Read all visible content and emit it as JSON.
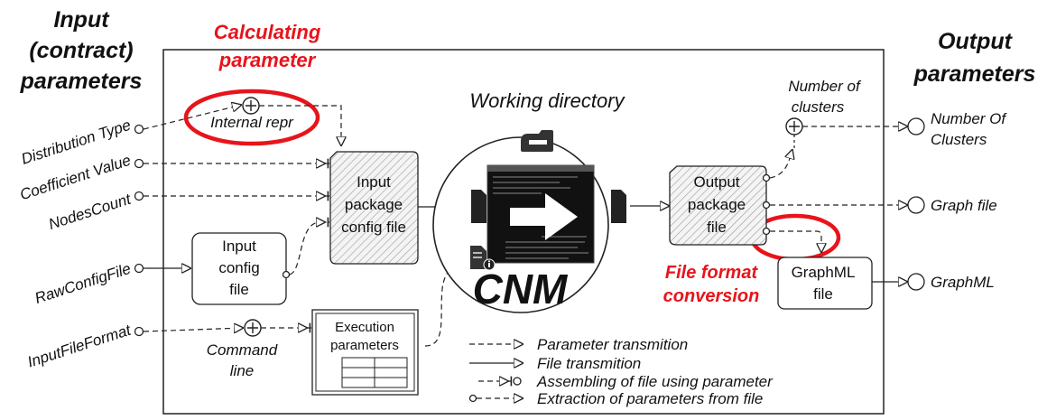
{
  "headings": {
    "input_line1": "Input",
    "input_line2": "(contract)",
    "input_line3": "parameters",
    "calc_line1": "Calculating",
    "calc_line2": "parameter",
    "output_line1": "Output",
    "output_line2": "parameters",
    "conversion_line1": "File format",
    "conversion_line2": "conversion",
    "working_directory": "Working directory"
  },
  "inputs": [
    "Distribution Type",
    "Coefficient Value",
    "NodesCount",
    "RawConfigFile",
    "InputFileFormat"
  ],
  "outputs": [
    "Number Of",
    "Clusters",
    "Graph file",
    "GraphML"
  ],
  "labels": {
    "internal_repr": "Internal repr",
    "command_line1": "Command",
    "command_line2": "line",
    "clusters_line1": "Number of",
    "clusters_line2": "clusters"
  },
  "boxes": {
    "input_pkg": [
      "Input",
      "package",
      "config file"
    ],
    "input_cfg": [
      "Input",
      "config",
      "file"
    ],
    "exec_line1": "Execution",
    "exec_line2": "parameters",
    "output_pkg": [
      "Output",
      "package",
      "file"
    ],
    "graphml_line1": "GraphML",
    "graphml_line2": "file"
  },
  "tool": "CNM",
  "legend": [
    "Parameter transmition",
    "File transmition",
    "Assembling of file using parameter",
    "Extraction of parameters from file"
  ],
  "colors": {
    "accent": "#e8141b",
    "hatch": "#9a9a9a",
    "line": "#222222"
  },
  "icons": [
    "folder-icon",
    "document-icon",
    "document-info-icon",
    "terminal-icon",
    "arrow-icon"
  ]
}
